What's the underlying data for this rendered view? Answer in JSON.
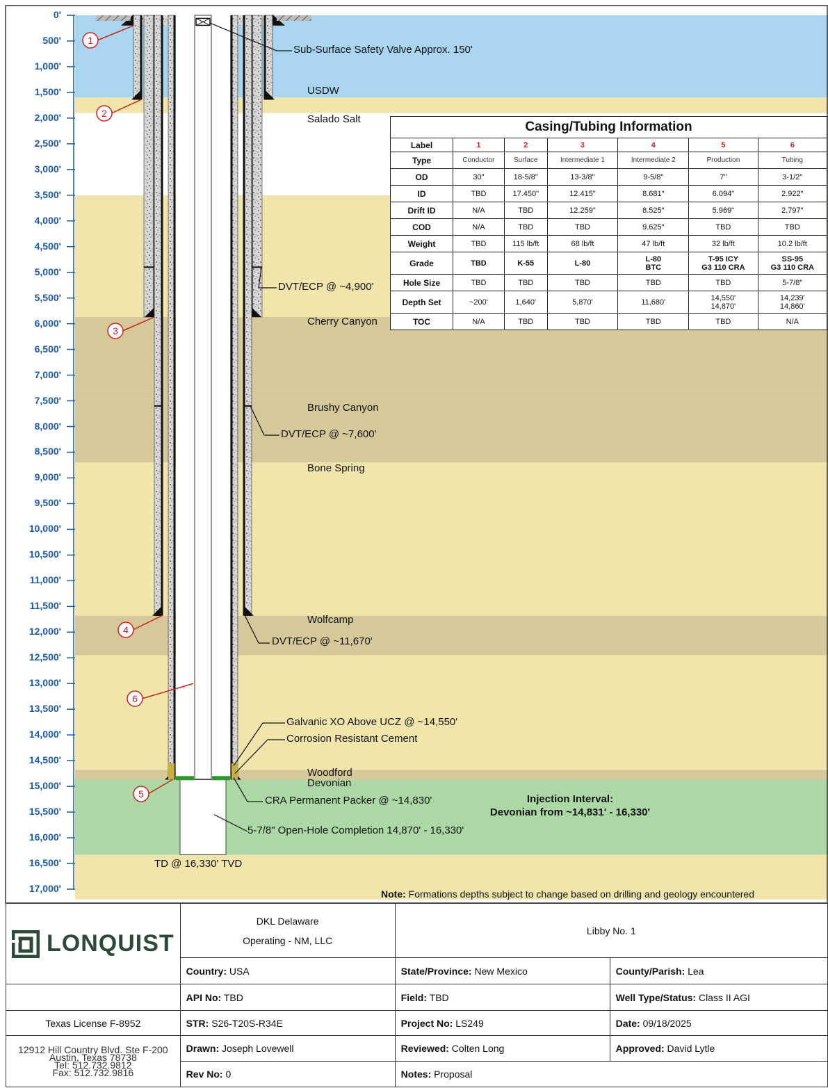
{
  "depth_axis": {
    "labels": [
      "0'",
      "500'",
      "1,000'",
      "1,500'",
      "2,000'",
      "2,500'",
      "3,000'",
      "3,500'",
      "4,000'",
      "4,500'",
      "5,000'",
      "5,500'",
      "6,000'",
      "6,500'",
      "7,000'",
      "7,500'",
      "8,000'",
      "8,500'",
      "9,000'",
      "9,500'",
      "10,000'",
      "10,500'",
      "11,000'",
      "11,500'",
      "12,000'",
      "12,500'",
      "13,000'",
      "13,500'",
      "14,000'",
      "14,500'",
      "15,000'",
      "15,500'",
      "16,000'",
      "16,500'",
      "17,000'"
    ]
  },
  "formations": [
    {
      "name": "USDW",
      "top_ft": 0,
      "bottom_ft": 1600,
      "color": "#a9d5f0"
    },
    {
      "name": "",
      "top_ft": 1600,
      "bottom_ft": 1900,
      "color": "#f1e5ab"
    },
    {
      "name": "Salado Salt",
      "top_ft": 1900,
      "bottom_ft": 3500,
      "color": "#ffffff"
    },
    {
      "name": "",
      "top_ft": 3500,
      "bottom_ft": 5870,
      "color": "#f1e5ab"
    },
    {
      "name": "Cherry Canyon",
      "top_ft": 5870,
      "bottom_ft": 7300,
      "color": "#d5c99a"
    },
    {
      "name": "Brushy Canyon",
      "top_ft": 7300,
      "bottom_ft": 8700,
      "color": "#d5c99a"
    },
    {
      "name": "Bone Spring",
      "top_ft": 8700,
      "bottom_ft": 11680,
      "color": "#f1e5ab"
    },
    {
      "name": "Wolfcamp",
      "top_ft": 11680,
      "bottom_ft": 12450,
      "color": "#d5c99a"
    },
    {
      "name": "",
      "top_ft": 12450,
      "bottom_ft": 14680,
      "color": "#f1e5ab"
    },
    {
      "name": "Woodford",
      "top_ft": 14680,
      "bottom_ft": 14870,
      "color": "#d5c99a"
    },
    {
      "name": "Devonian",
      "top_ft": 14870,
      "bottom_ft": 16330,
      "color": "#acd8a6"
    },
    {
      "name": "",
      "top_ft": 16330,
      "bottom_ft": 17200,
      "color": "#f1e5ab"
    }
  ],
  "annotations": {
    "sssv": "Sub-Surface Safety Valve Approx. 150'",
    "dvt1": "DVT/ECP @ ~4,900'",
    "dvt2": "DVT/ECP @ ~7,600'",
    "dvt3": "DVT/ECP @ ~11,670'",
    "galvanic": "Galvanic XO Above UCZ @ ~14,550'",
    "crc": "Corrosion Resistant Cement",
    "packer": "CRA Permanent Packer @ ~14,830'",
    "openhole": "5-7/8\" Open-Hole Completion 14,870' - 16,330'",
    "injection_title": "Injection Interval:",
    "injection_range": "Devonian from ~14,831' - 16,330'",
    "td": "TD @ 16,330' TVD",
    "note_bold": "Note:",
    "note_text": " Formations depths subject to change based on drilling and geology encountered"
  },
  "callouts": [
    "1",
    "2",
    "3",
    "4",
    "5",
    "6"
  ],
  "casing_table": {
    "title": "Casing/Tubing Information",
    "rows": [
      {
        "label": "Label",
        "values": [
          "1",
          "2",
          "3",
          "4",
          "5",
          "6"
        ]
      },
      {
        "label": "Type",
        "values": [
          "Conductor",
          "Surface",
          "Intermediate 1",
          "Intermediate 2",
          "Production",
          "Tubing"
        ]
      },
      {
        "label": "OD",
        "values": [
          "30\"",
          "18-5/8\"",
          "13-3/8\"",
          "9-5/8\"",
          "7\"",
          "3-1/2\""
        ]
      },
      {
        "label": "ID",
        "values": [
          "TBD",
          "17.450\"",
          "12.415\"",
          "8.681\"",
          "6.094\"",
          "2.922\""
        ]
      },
      {
        "label": "Drift ID",
        "values": [
          "N/A",
          "TBD",
          "12.259\"",
          "8.525\"",
          "5.969\"",
          "2.797\""
        ]
      },
      {
        "label": "COD",
        "values": [
          "N/A",
          "TBD",
          "TBD",
          "9.625\"",
          "TBD",
          "TBD"
        ]
      },
      {
        "label": "Weight",
        "values": [
          "TBD",
          "115 lb/ft",
          "68 lb/ft",
          "47 lb/ft",
          "32 lb/ft",
          "10.2 lb/ft"
        ]
      },
      {
        "label": "Grade",
        "values": [
          "TBD",
          "K-55",
          "L-80",
          "L-80\nBTC",
          "T-95 ICY\nG3 110 CRA",
          "SS-95\nG3 110 CRA"
        ]
      },
      {
        "label": "Hole Size",
        "values": [
          "TBD",
          "TBD",
          "TBD",
          "TBD",
          "TBD",
          "5-7/8\""
        ]
      },
      {
        "label": "Depth Set",
        "values": [
          "~200'",
          "1,640'",
          "5,870'",
          "11,680'",
          "14,550'\n14,870'",
          "14,239'\n14,860'"
        ]
      },
      {
        "label": "TOC",
        "values": [
          "N/A",
          "TBD",
          "TBD",
          "TBD",
          "TBD",
          "N/A"
        ]
      }
    ]
  },
  "title_block": {
    "logo_text": "LONQUIST",
    "operator": "DKL Delaware\nOperating - NM, LLC",
    "well_name": "Libby No. 1",
    "country_label": "Country:",
    "country": " USA",
    "state_label": "State/Province:",
    "state": " New Mexico",
    "county_label": "County/Parish:",
    "county": " Lea",
    "api_label": "API No:",
    "api": " TBD",
    "field_label": "Field:",
    "field": " TBD",
    "welltype_label": "Well Type/Status:",
    "welltype": " Class II AGI",
    "license": "Texas License F-8952",
    "str_label": "STR:",
    "str": " S26-T20S-R34E",
    "project_label": "Project No:",
    "project": " LS249",
    "date_label": "Date:",
    "date": " 09/18/2025",
    "address": "12912 Hill Country Blvd. Ste F-200\nAustin, Texas 78738\nTel: 512.732.9812\nFax: 512.732.9816",
    "drawn_label": "Drawn:",
    "drawn": " Joseph Lovewell",
    "reviewed_label": "Reviewed:",
    "reviewed": " Colten Long",
    "approved_label": "Approved:",
    "approved": " David Lytle",
    "rev_label": "Rev No:",
    "rev": " 0",
    "notes_label": "Notes:",
    "notes": " Proposal"
  }
}
